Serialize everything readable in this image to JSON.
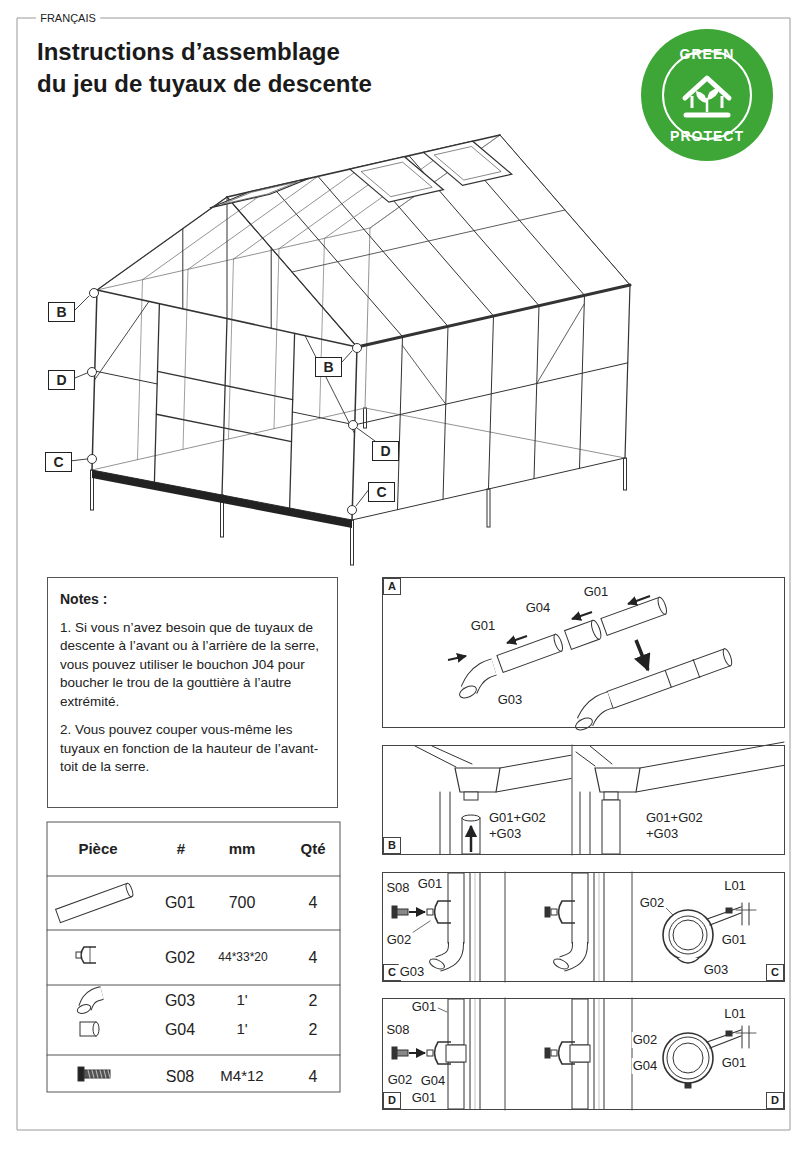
{
  "diagram": {
    "title": "Instructions d’assemblage du jeu de tuyaux de descente",
    "nodes": [
      {
        "text": [
          "GREEN",
          "PROTECT"
        ]
      },
      {
        "text": [
          "B"
        ]
      },
      {
        "text": [
          "B"
        ]
      },
      {
        "text": [
          "D"
        ]
      },
      {
        "text": [
          "D"
        ]
      },
      {
        "text": [
          "C"
        ]
      },
      {
        "text": [
          "C"
        ]
      },
      {
        "text": [
          "Notes :",
          "1. Si vous n’avez besoin que de tuyaux de descente à l’avant ou à l’arrière de la serre, vous pouvez utiliser le bouchon J04 pour boucher le trou de la gouttière à l’autre extrémité.",
          "2. Vous pouvez couper vous-même les tuyaux en fonction de la hauteur de l’avant-toit de la serre."
        ]
      },
      {
        "text": [
          "A"
        ]
      },
      {
        "text": [
          "B"
        ]
      },
      {
        "text": [
          "C",
          "C"
        ]
      },
      {
        "text": [
          "D",
          "D"
        ]
      }
    ],
    "labels": [
      "FRANÇAIS",
      "G01",
      "G04",
      "G01",
      "G03",
      "G01+G02 +G03",
      "G01+G02 +G03",
      "S08",
      "G01",
      "G02",
      "G03",
      "G02",
      "L01",
      "G01",
      "G03",
      "G01",
      "S08",
      "G02",
      "G04",
      "G01",
      "L01",
      "G02",
      "G04",
      "G01",
      "Pièce",
      "#",
      "mm",
      "Qté",
      "G01",
      "700",
      "4",
      "G02",
      "44*33*20",
      "4",
      "G03",
      "1'",
      "2",
      "G04",
      "1'",
      "2",
      "S08",
      "M4*12",
      "4"
    ]
  }
}
